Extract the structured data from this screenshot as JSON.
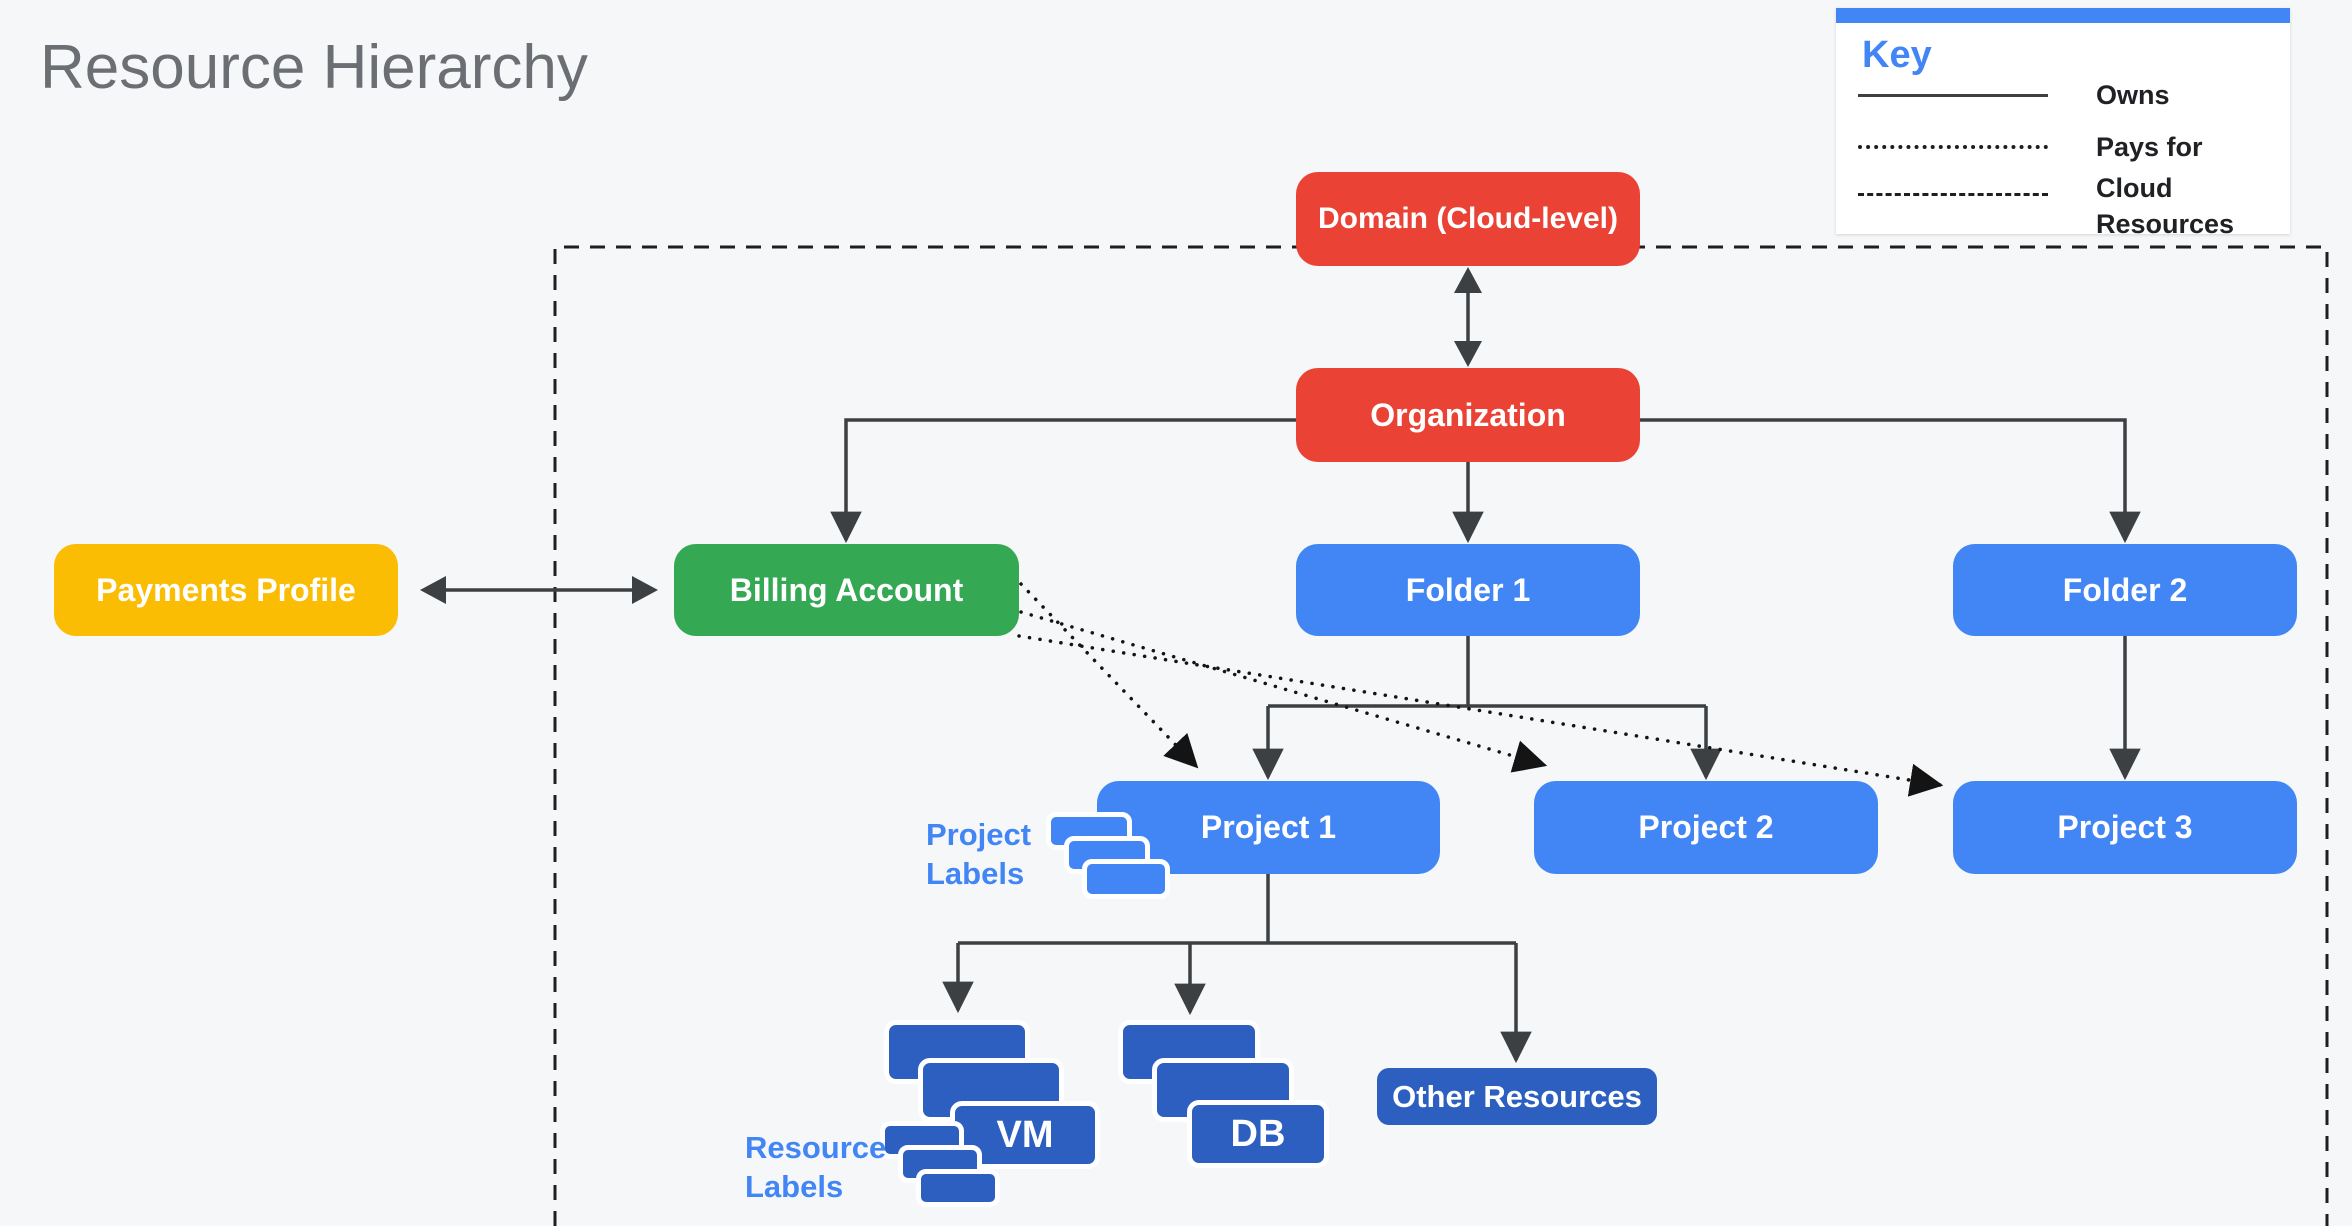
{
  "title": "Resource Hierarchy",
  "key": {
    "heading": "Key",
    "items": [
      {
        "label": "Owns",
        "line_style": "solid"
      },
      {
        "label": "Pays for",
        "line_style": "dotted"
      },
      {
        "label": "Cloud Resources",
        "line_style": "dashed"
      }
    ]
  },
  "nodes": {
    "domain": {
      "label": "Domain (Cloud-level)",
      "color": "#EA4335"
    },
    "organization": {
      "label": "Organization",
      "color": "#EA4335"
    },
    "payments_profile": {
      "label": "Payments Profile",
      "color": "#FBBC04"
    },
    "billing_account": {
      "label": "Billing Account",
      "color": "#34A853"
    },
    "folder_1": {
      "label": "Folder 1",
      "color": "#4285F4"
    },
    "folder_2": {
      "label": "Folder 2",
      "color": "#4285F4"
    },
    "project_1": {
      "label": "Project 1",
      "color": "#4285F4"
    },
    "project_2": {
      "label": "Project 2",
      "color": "#4285F4"
    },
    "project_3": {
      "label": "Project 3",
      "color": "#4285F4"
    },
    "vm": {
      "label": "VM",
      "color": "#2D5FC0"
    },
    "db": {
      "label": "DB",
      "color": "#2D5FC0"
    },
    "other_resources": {
      "label": "Other Resources",
      "color": "#2D5FC0"
    }
  },
  "annotations": {
    "project_labels": "Project Labels",
    "resource_labels": "Resource Labels"
  },
  "relationships": {
    "owns": "Organization owns Billing Account, Folder 1, Folder 2; Folder 1 owns Project 1 and Project 2; Folder 2 owns Project 3; Project 1 owns VM, DB, Other Resources; Domain and Organization linked; Payments Profile linked to Billing Account",
    "pays_for": "Billing Account pays for Project 1, Project 2, Project 3",
    "cloud_resources_boundary": "Dashed border encloses Organization hierarchy starting at Domain"
  },
  "colors": {
    "background": "#F6F7F9",
    "red": "#EA4335",
    "green": "#34A853",
    "yellow": "#FBBC04",
    "blue": "#4285F4",
    "dark_blue": "#2D5FC0",
    "connector": "#3C4043",
    "annotation_blue": "#4285F4",
    "title_gray": "#6B6E72"
  }
}
